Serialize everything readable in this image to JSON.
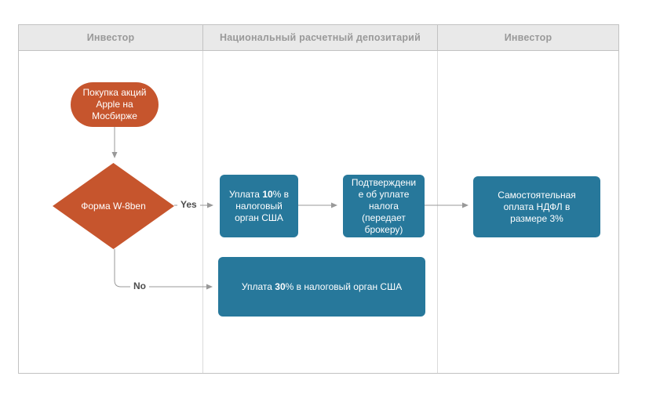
{
  "lanes": [
    {
      "title": "Инвестор"
    },
    {
      "title": "Национальный расчетный депозитарий"
    },
    {
      "title": "Инвестор"
    }
  ],
  "nodes": {
    "start": {
      "text": "Покупка акций Apple на Мосбирже",
      "type": "start",
      "shape": "stadium"
    },
    "decision": {
      "text": "Форма W-8ben",
      "type": "decision",
      "shape": "diamond"
    },
    "pay10": {
      "prefix": "Уплата ",
      "amount": "10",
      "suffix": "% в налоговый орган США"
    },
    "confirmation": {
      "text": "Подтверждение об уплате налога (передает брокеру)"
    },
    "self_payment": {
      "text": "Самостоятельная оплата НДФЛ в размере 3%"
    },
    "pay30": {
      "prefix": "Уплата ",
      "amount": "30",
      "suffix": "% в налоговый орган США"
    }
  },
  "edges": {
    "yes_label": "Yes",
    "no_label": "No"
  },
  "colors": {
    "shape_orange": "#c6552d",
    "shape_blue": "#27789b",
    "connector_gray": "#999999",
    "header_bg": "#e9e9e9",
    "header_text": "#999999",
    "edge_label_text": "#4d4d4d",
    "lane_border": "#c2c2c2",
    "lane_divider": "#dadada"
  }
}
